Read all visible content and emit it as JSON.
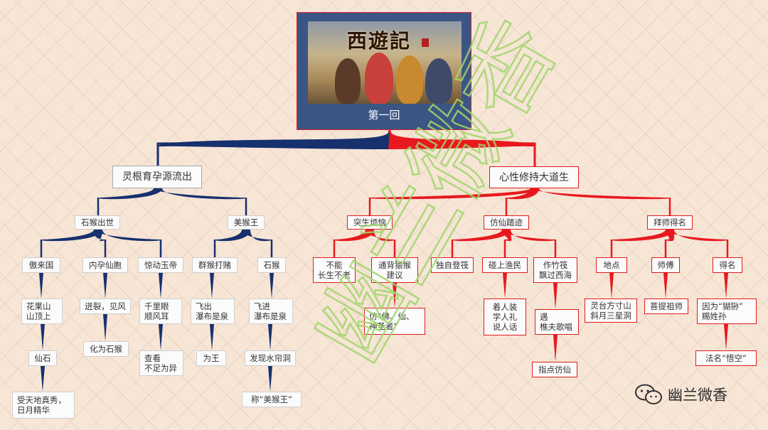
{
  "root": {
    "title": "第一回",
    "image_logo": "西遊記"
  },
  "branches": {
    "left": "灵根育孕源流出",
    "right": "心性修持大道生"
  },
  "left": {
    "shishi": {
      "label": "石猴出世",
      "aolai": {
        "label": "傲来国",
        "c1": "花果山\n山顶上",
        "c2": "仙石",
        "c3": "受天地真秀，\n日月精华"
      },
      "neiyun": {
        "label": "内孕仙胞",
        "c1": "迸裂，见风",
        "c2": "化为石猴"
      },
      "jingdong": {
        "label": "惊动玉帝",
        "c1": "千里眼\n顺风耳",
        "c2": "查看\n不足为异"
      }
    },
    "meihouwang": {
      "label": "美猴王",
      "qunhou": {
        "label": "群猴打赌",
        "c1": "飞出\n瀑布是泉",
        "c2": "为王"
      },
      "shihou": {
        "label": "石猴",
        "c1": "飞进\n瀑布是泉",
        "c2": "发现水帘洞",
        "c3": "称“美猴王”"
      }
    }
  },
  "right": {
    "tusheng": {
      "label": "突生烦恼",
      "buneng": {
        "label": "不能\n长生不老"
      },
      "tongbei": {
        "label": "通背猿猴\n建议",
        "c1": "仿“佛、仙、\n神圣者”"
      }
    },
    "fangxian": {
      "label": "仿仙踏迹",
      "duzi": {
        "label": "独自登筏"
      },
      "pengshang": {
        "label": "碰上渔民",
        "c1": "着人装\n学人礼\n说人话"
      },
      "zuozhu": {
        "label": "作竹筏\n飘过西海",
        "c1": "遇\n樵夫歌唱",
        "c2": "指点仿仙"
      }
    },
    "baishi": {
      "label": "拜师得名",
      "didian": {
        "label": "地点",
        "c1": "灵台方寸山\n斜月三星洞"
      },
      "shifu": {
        "label": "师傅",
        "c1": "菩提祖师"
      },
      "deming": {
        "label": "得名",
        "c1": "因为“猢狲”\n赐姓孙",
        "c2": "法名“悟空”"
      }
    }
  },
  "watermark": "幽兰微香",
  "brand": {
    "name": "幽兰微香",
    "icon": "wechat-icon"
  },
  "colors": {
    "navy": "#17306e",
    "red": "#e8191e",
    "root_bg": "#3b5585",
    "watermark": "#9fd66a"
  }
}
